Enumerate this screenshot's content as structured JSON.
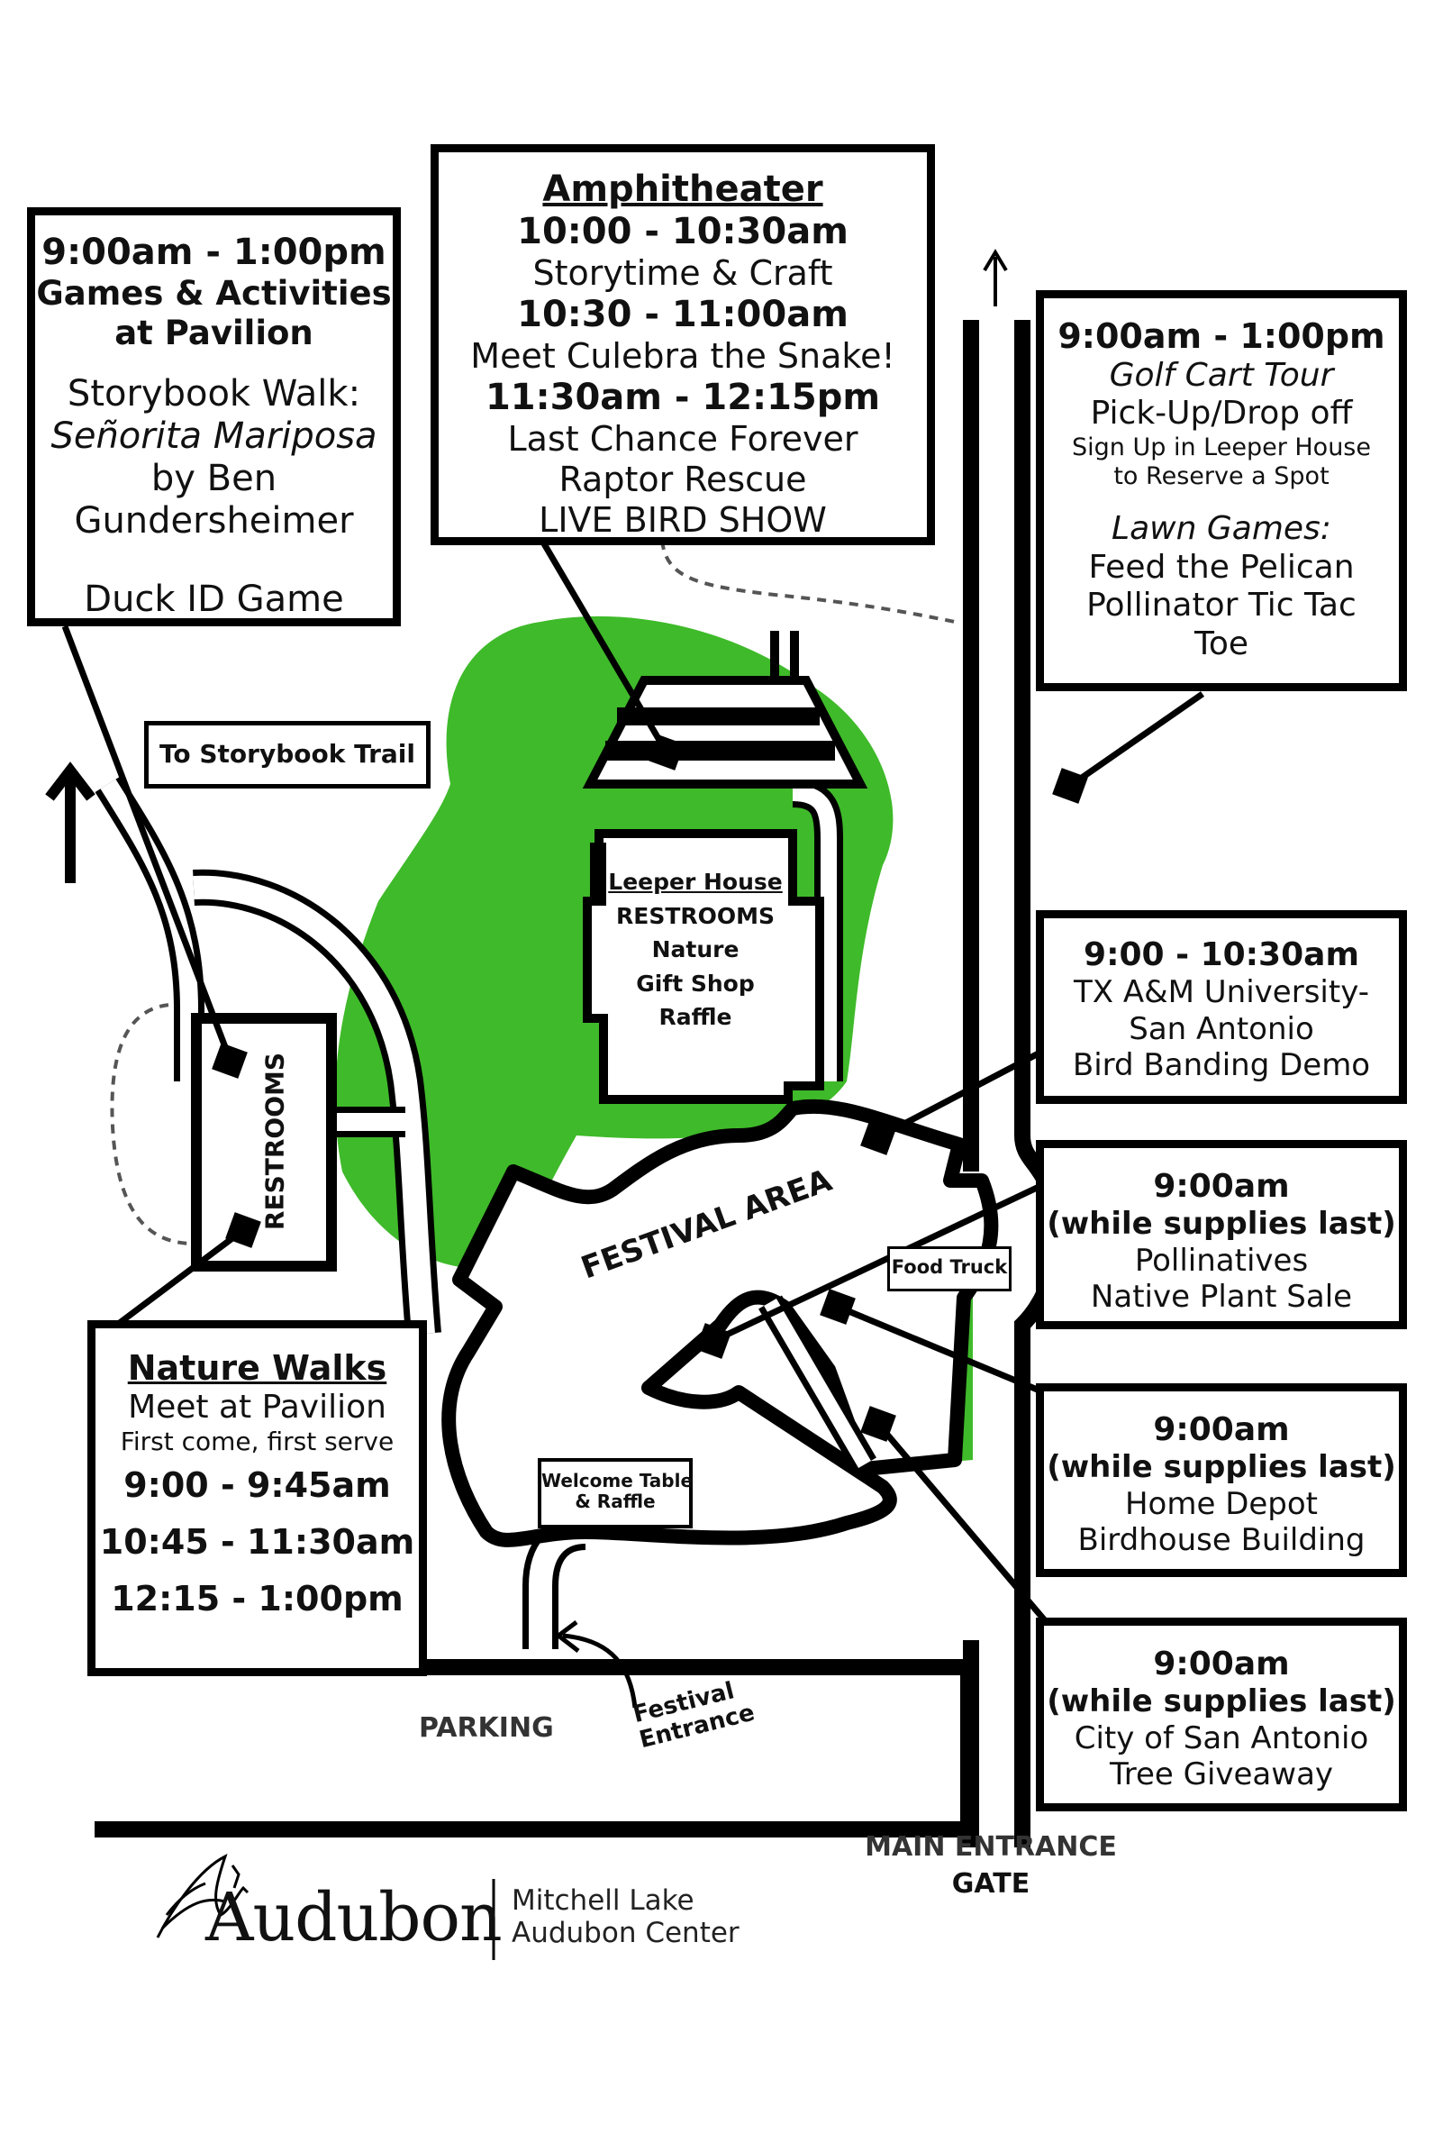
{
  "pavilion_box": {
    "time": "9:00am - 1:00pm",
    "heading_line1": "Games & Activities",
    "heading_line2": "at Pavilion",
    "walk_line1": "Storybook Walk:",
    "walk_title": "Señorita Mariposa",
    "walk_line3": "by Ben",
    "walk_line4": "Gundersheimer",
    "game": "Duck ID Game"
  },
  "amphitheater_box": {
    "title": "Amphitheater",
    "time1": "10:00 - 10:30am",
    "event1": "Storytime & Craft",
    "time2": "10:30 - 11:00am",
    "event2": "Meet Culebra the Snake!",
    "time3": "11:30am - 12:15pm",
    "event3_line1": "Last Chance Forever",
    "event3_line2": "Raptor Rescue",
    "event3_line3": "LIVE BIRD SHOW"
  },
  "golf_box": {
    "time": "9:00am - 1:00pm",
    "title": "Golf Cart Tour",
    "line1": "Pick-Up/Drop off",
    "line2": "Sign Up in Leeper House",
    "line3": "to Reserve a Spot",
    "games_title": "Lawn Games:",
    "game1": "Feed the Pelican",
    "game2": "Pollinator Tic Tac",
    "game3": "Toe"
  },
  "banding_box": {
    "time": "9:00 - 10:30am",
    "line1": "TX A&M University-",
    "line2": "San Antonio",
    "line3": "Bird Banding Demo"
  },
  "plant_box": {
    "time": "9:00am",
    "note": "(while supplies last)",
    "line1": "Pollinatives",
    "line2": "Native Plant Sale"
  },
  "birdhouse_box": {
    "time": "9:00am",
    "note": "(while supplies last)",
    "line1": "Home Depot",
    "line2": "Birdhouse Building"
  },
  "tree_box": {
    "time": "9:00am",
    "note": "(while supplies last)",
    "line1": "City of San Antonio",
    "line2": "Tree Giveaway"
  },
  "nature_box": {
    "title": "Nature Walks",
    "line1": "Meet at Pavilion",
    "line2": "First come, first serve",
    "time1": "9:00 - 9:45am",
    "time2": "10:45 - 11:30am",
    "time3": "12:15 - 1:00pm"
  },
  "map_labels": {
    "storybook_trail": "To Storybook Trail",
    "restrooms": "RESTROOMS",
    "leeper_title": "Leeper House",
    "leeper_line1": "RESTROOMS",
    "leeper_line2": "Nature",
    "leeper_line3": "Gift Shop",
    "leeper_line4": "Raffle",
    "festival_area": "FESTIVAL AREA",
    "food_truck": "Food Truck",
    "welcome_line1": "Welcome Table",
    "welcome_line2": "& Raffle",
    "parking": "PARKING",
    "festival_entrance_line1": "Festival",
    "festival_entrance_line2": "Entrance",
    "main_entrance": "MAIN ENTRANCE",
    "gate": "GATE"
  },
  "logo": {
    "brand": "Audubon",
    "center_line1": "Mitchell Lake",
    "center_line2": "Audubon Center"
  },
  "colors": {
    "green_area": "#3fba2a",
    "ink": "#000000"
  }
}
